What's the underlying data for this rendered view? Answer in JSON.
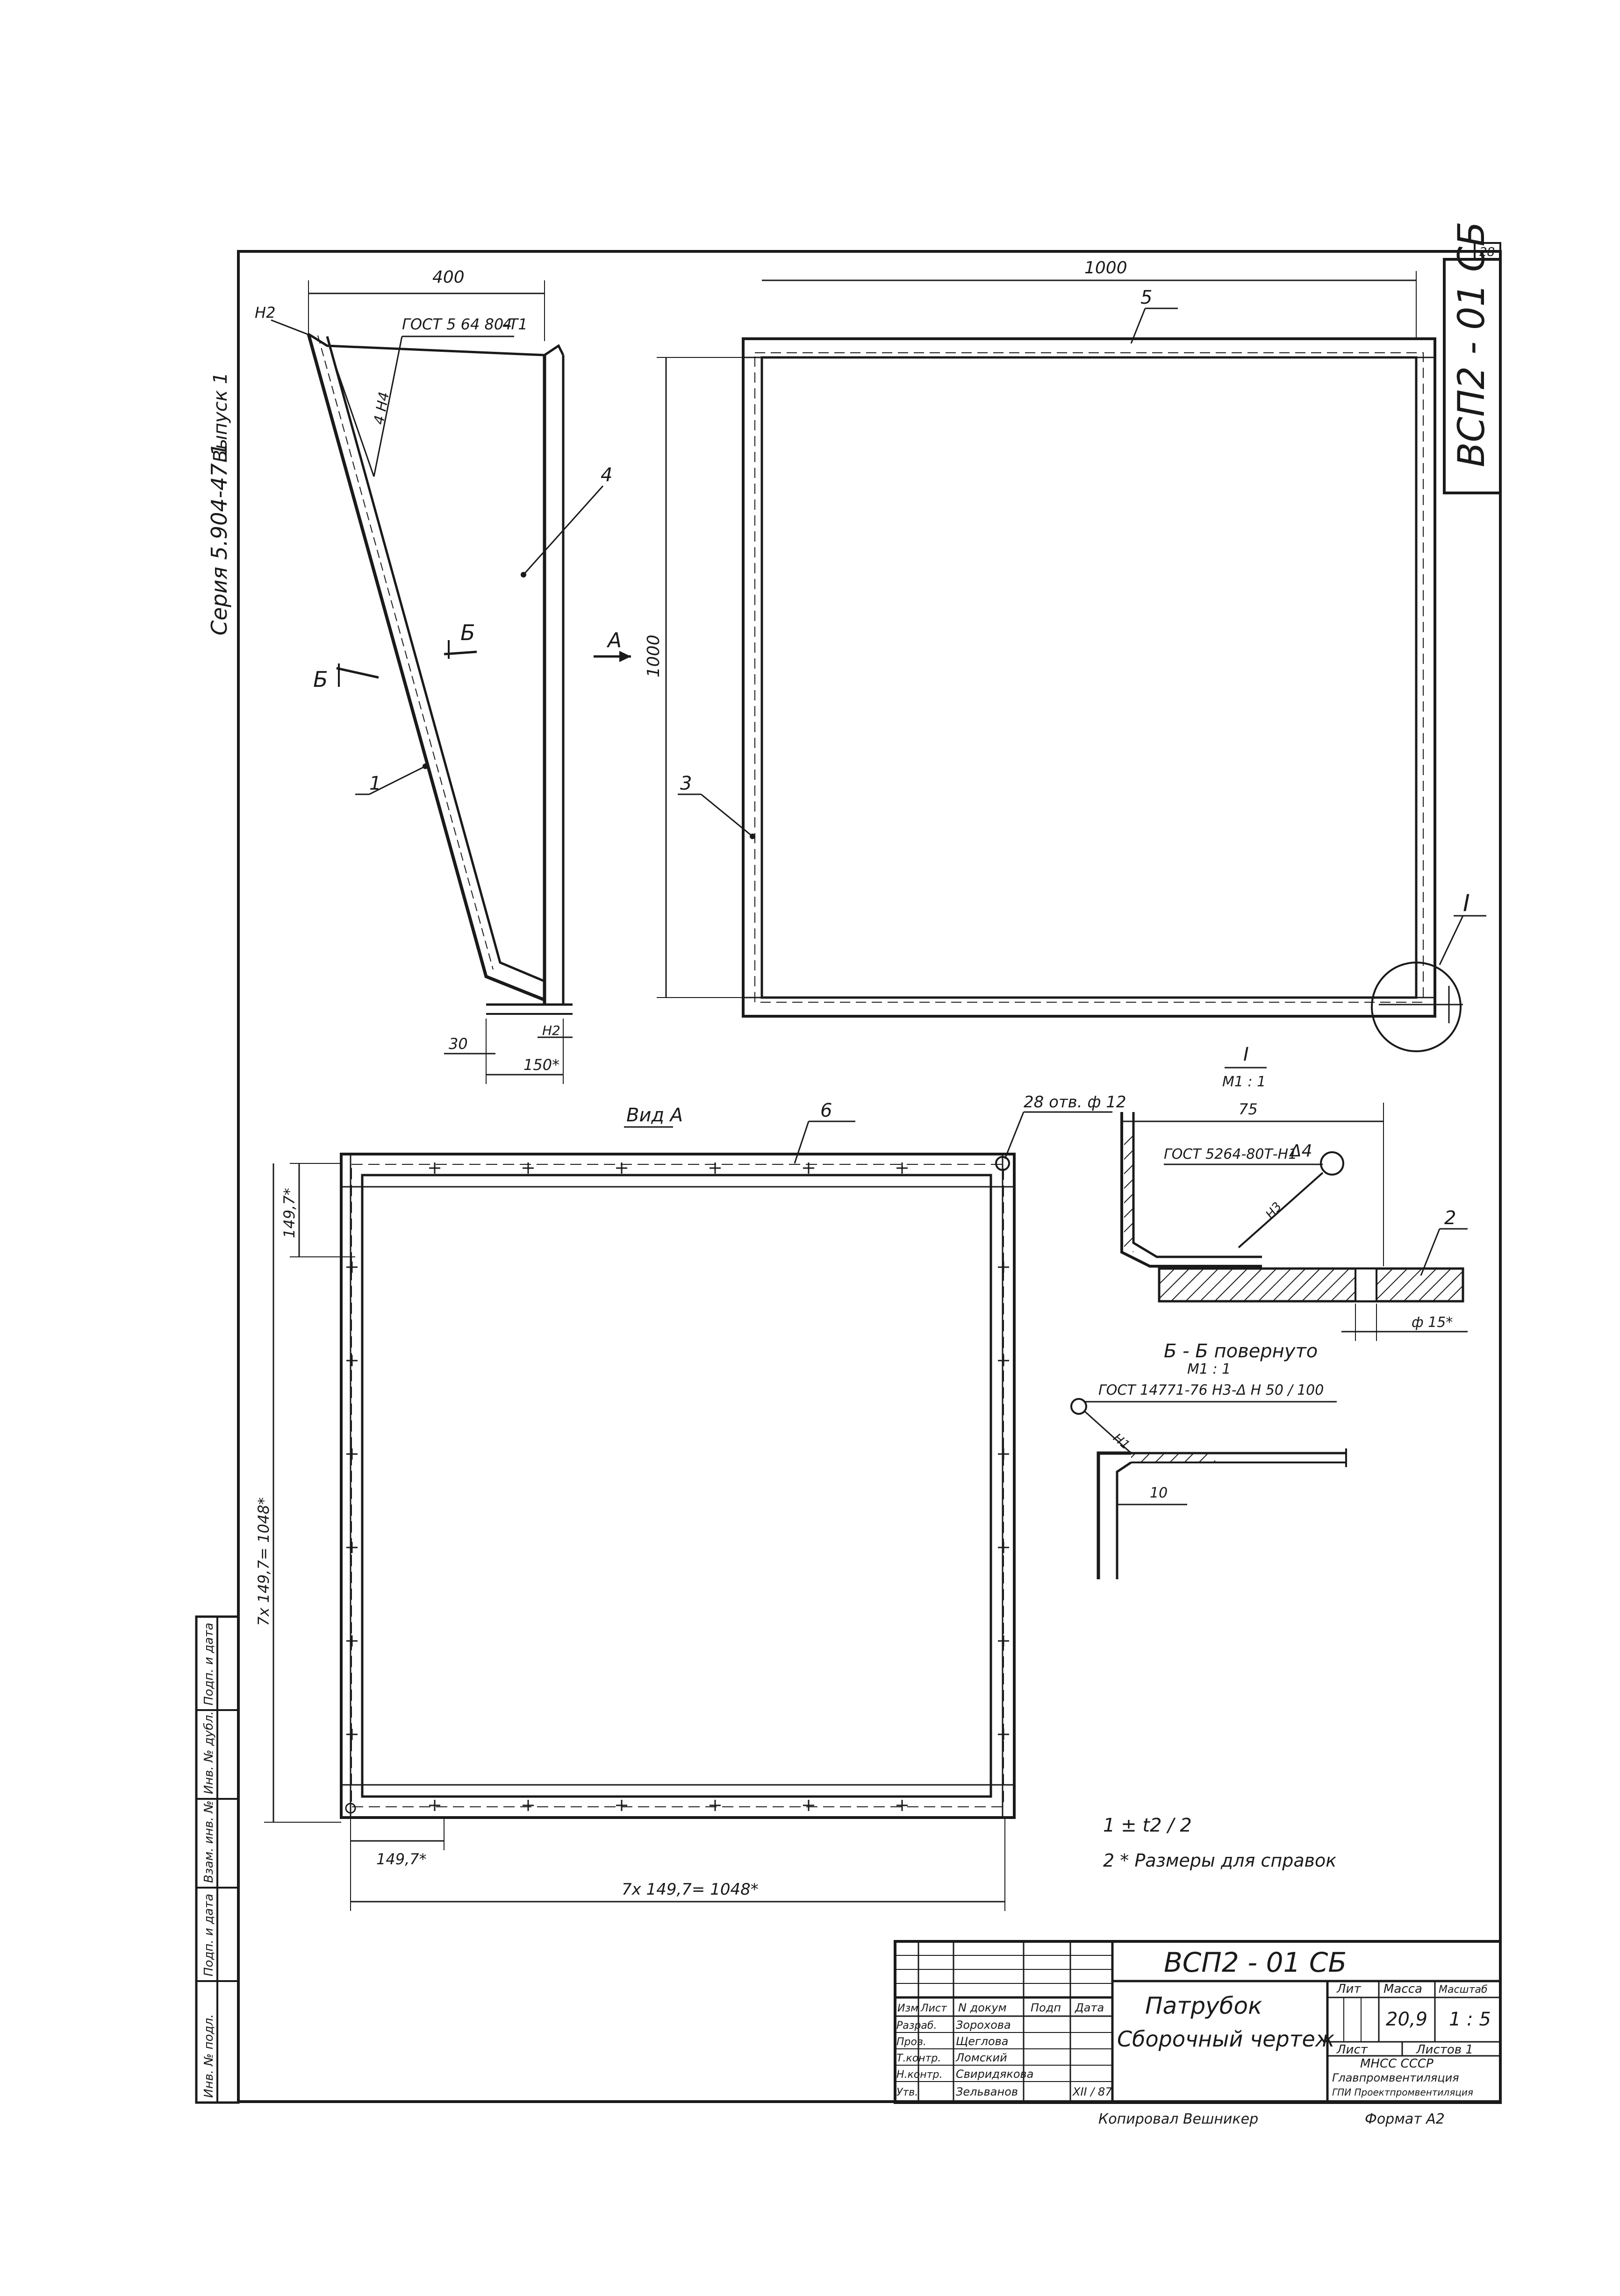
{
  "sheet": {
    "corner_number": "28",
    "series_label": "Серия 5.904-47.1",
    "issue_label": "Выпуск 1",
    "designation_top": "ВСП2 - 01 СБ",
    "copied_by": "Копировал Вешникер",
    "format": "Формат А2"
  },
  "side_view": {
    "dim_top": "400",
    "dim_bottom_small": "30",
    "dim_bottom": "150*",
    "weld_note": "ГОСТ 5 64 80-Т1",
    "weld_leg": "4",
    "weld_size": "4 Н4",
    "weld_top": "Н2",
    "weld_bottom": "Н2",
    "part_1": "1",
    "part_4": "4",
    "section_mark_left": "Б",
    "section_mark_right": "Б",
    "view_arrow": "А"
  },
  "front_view": {
    "dim_width": "1000",
    "dim_height": "1000",
    "part_5": "5",
    "part_3": "3",
    "detail_mark": "I"
  },
  "view_a": {
    "title": "Вид А",
    "part_6": "6",
    "holes_note": "28 отв. ф 12",
    "dim_pitch_vertical": "149,7*",
    "dim_side_vertical": "7х 149,7= 1048*",
    "dim_pitch_horizontal": "149,7*",
    "dim_side_horizontal": "7х 149,7= 1048*"
  },
  "detail_1": {
    "title": "I",
    "scale": "М1 : 1",
    "dim": "75",
    "weld_note": "ГОСТ 5264-80Т-Н1",
    "weld_leg": "Δ4",
    "weld_size": "Н3",
    "part_2": "2",
    "hole_dim": "ф 15*"
  },
  "section_bb": {
    "title": "Б - Б  повернуто",
    "scale": "М1 : 1",
    "weld_note": "ГОСТ 14771-76 Н3-Δ Н  50 / 100",
    "weld_size": "Н1",
    "dim": "10"
  },
  "notes": [
    "1  ±  t2 / 2",
    "2 * Размеры  для  справок"
  ],
  "left_stamp": [
    "Инв. № подл.",
    "Подп. и дата",
    "Взам. инв. №",
    "Инв. № дубл.",
    "Подп. и дата"
  ],
  "title_block": {
    "designation": "ВСП2 - 01 СБ",
    "name_line1": "Патрубок",
    "name_line2": "Сборочный  чертеж",
    "head_cols": [
      "Изм",
      "Лист",
      "N докум",
      "Подп",
      "Дата"
    ],
    "rows": [
      {
        "role": "Разраб.",
        "name": "Зорохова"
      },
      {
        "role": "Пров.",
        "name": "Щеглова"
      },
      {
        "role": "Т.контр.",
        "name": "Ломский"
      },
      {
        "role": "Н.контр.",
        "name": "Свиридякова"
      },
      {
        "role": "Утв.",
        "name": "Зельванов"
      }
    ],
    "date": "XII / 87",
    "lit_label": "Лит",
    "mass_label": "Масса",
    "scale_label": "Масштаб",
    "mass": "20,9",
    "scale": "1 : 5",
    "sheet_label": "Лист",
    "sheets_label": "Листов  1",
    "org_line1": "МНСС  СССР",
    "org_line2": "Главпромвентиляция",
    "org_line3": "ГПИ Проектпромвентиляция"
  }
}
